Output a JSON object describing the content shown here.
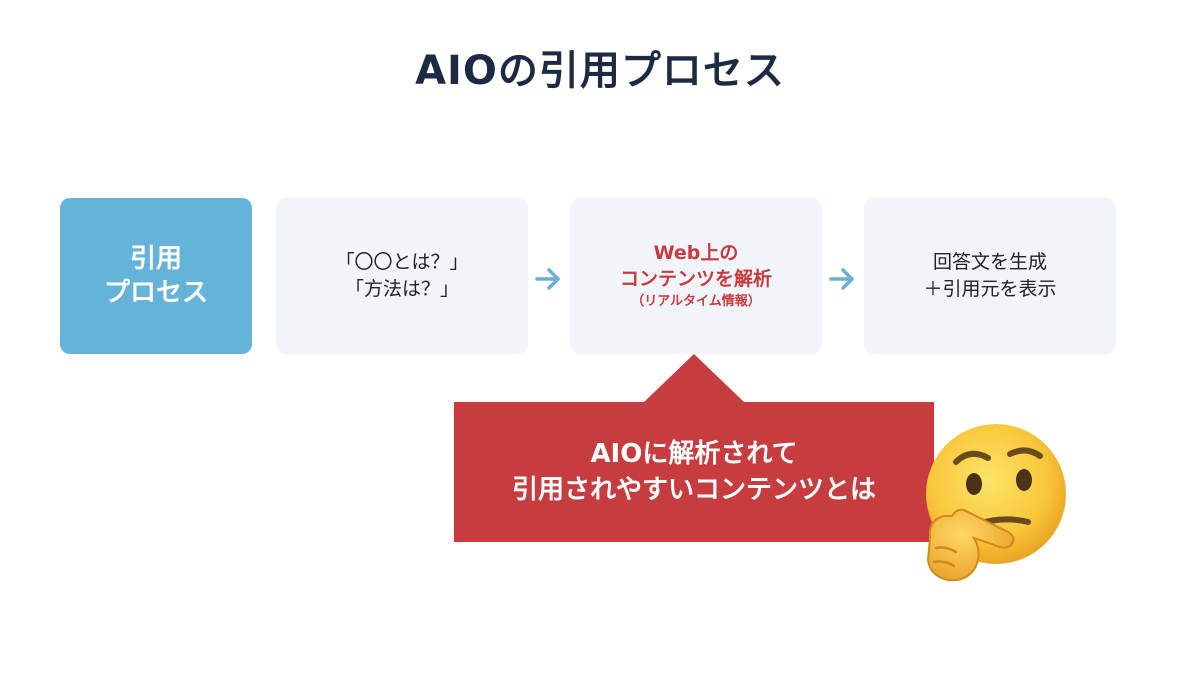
{
  "title": "AIOの引用プロセス",
  "label_box": {
    "line1": "引用",
    "line2": "プロセス"
  },
  "steps": [
    {
      "line1": "「〇〇とは？」",
      "line2": "「方法は？」"
    },
    {
      "line1": "Web上の",
      "line2": "コンテンツを解析",
      "sub": "（リアルタイム情報）"
    },
    {
      "line1": "回答文を生成",
      "line2": "＋引用元を表示"
    }
  ],
  "callout": {
    "line1": "AIOに解析されて",
    "line2": "引用されやすいコンテンツとは"
  },
  "emoji": "thinking-face-icon",
  "colors": {
    "title": "#1c2a44",
    "label_box": "#66b3d9",
    "step_box": "#f1f4f9",
    "arrow": "#6ab0d6",
    "highlight_red": "#c93a3d",
    "callout_red": "#c73c3f"
  }
}
